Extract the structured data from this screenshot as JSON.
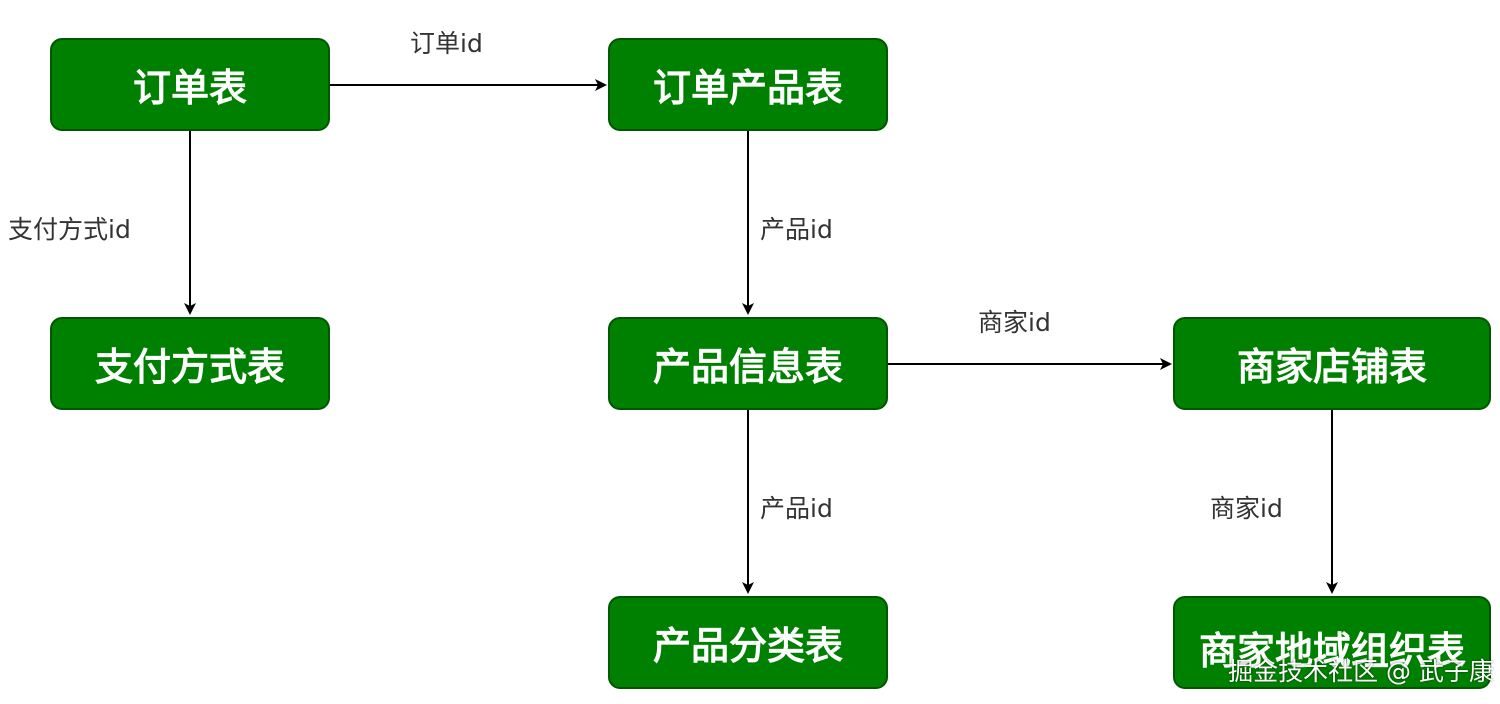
{
  "nodes": {
    "order_table": "订单表",
    "order_product_table": "订单产品表",
    "payment_method_table": "支付方式表",
    "product_info_table": "产品信息表",
    "merchant_shop_table": "商家店铺表",
    "product_category_table": "产品分类表",
    "merchant_region_table": "商家地域组织表"
  },
  "edges": {
    "order_to_order_product": "订单id",
    "order_to_payment_method": "支付方式id",
    "order_product_to_product_info": "产品id",
    "product_info_to_merchant_shop": "商家id",
    "product_info_to_product_category": "产品id",
    "merchant_shop_to_merchant_region": "商家id"
  },
  "colors": {
    "node_fill": "#008000",
    "node_border": "#005700",
    "node_text": "#ffffff",
    "arrow": "#000000",
    "label_text": "#333333"
  },
  "watermark": "掘金技术社区 @ 武子康"
}
